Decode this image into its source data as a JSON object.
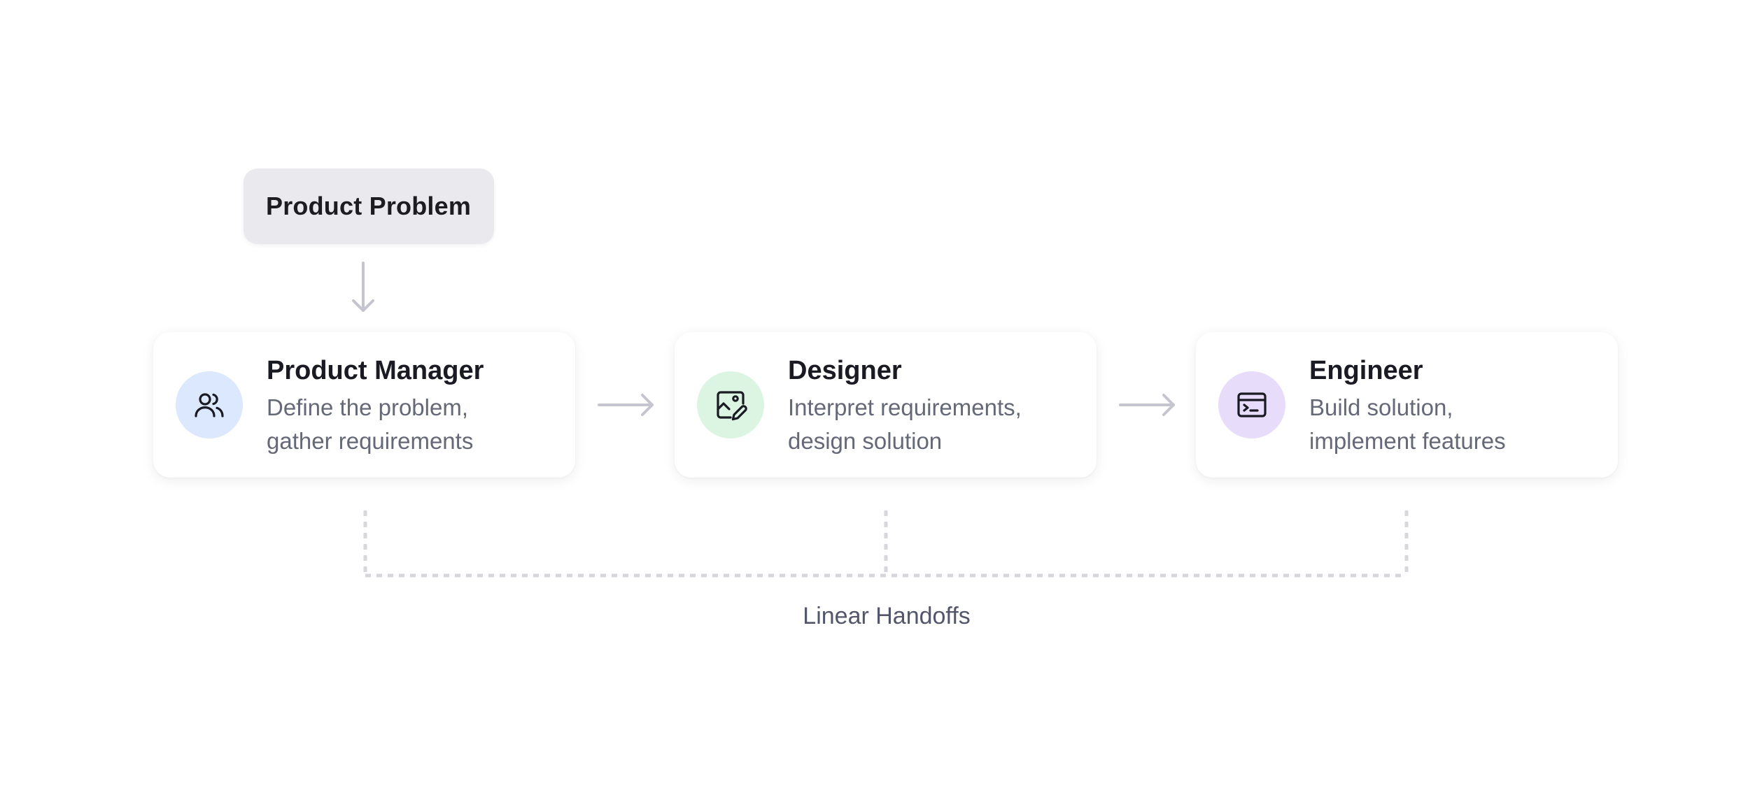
{
  "problem": {
    "label": "Product Problem"
  },
  "roles": [
    {
      "title": "Product Manager",
      "desc_line1": "Define the problem,",
      "desc_line2": "gather requirements",
      "icon": "users-icon",
      "icon_bg": "#dbe8fd"
    },
    {
      "title": "Designer",
      "desc_line1": "Interpret requirements,",
      "desc_line2": "design solution",
      "icon": "image-edit-icon",
      "icon_bg": "#dcf5e3"
    },
    {
      "title": "Engineer",
      "desc_line1": "Build solution,",
      "desc_line2": "implement features",
      "icon": "terminal-window-icon",
      "icon_bg": "#e8dcfb"
    }
  ],
  "footer": {
    "label": "Linear Handoffs"
  },
  "colors": {
    "connector": "#c4c5ce",
    "dotted": "#d6d7dd",
    "icon_stroke": "#1a1a22"
  }
}
